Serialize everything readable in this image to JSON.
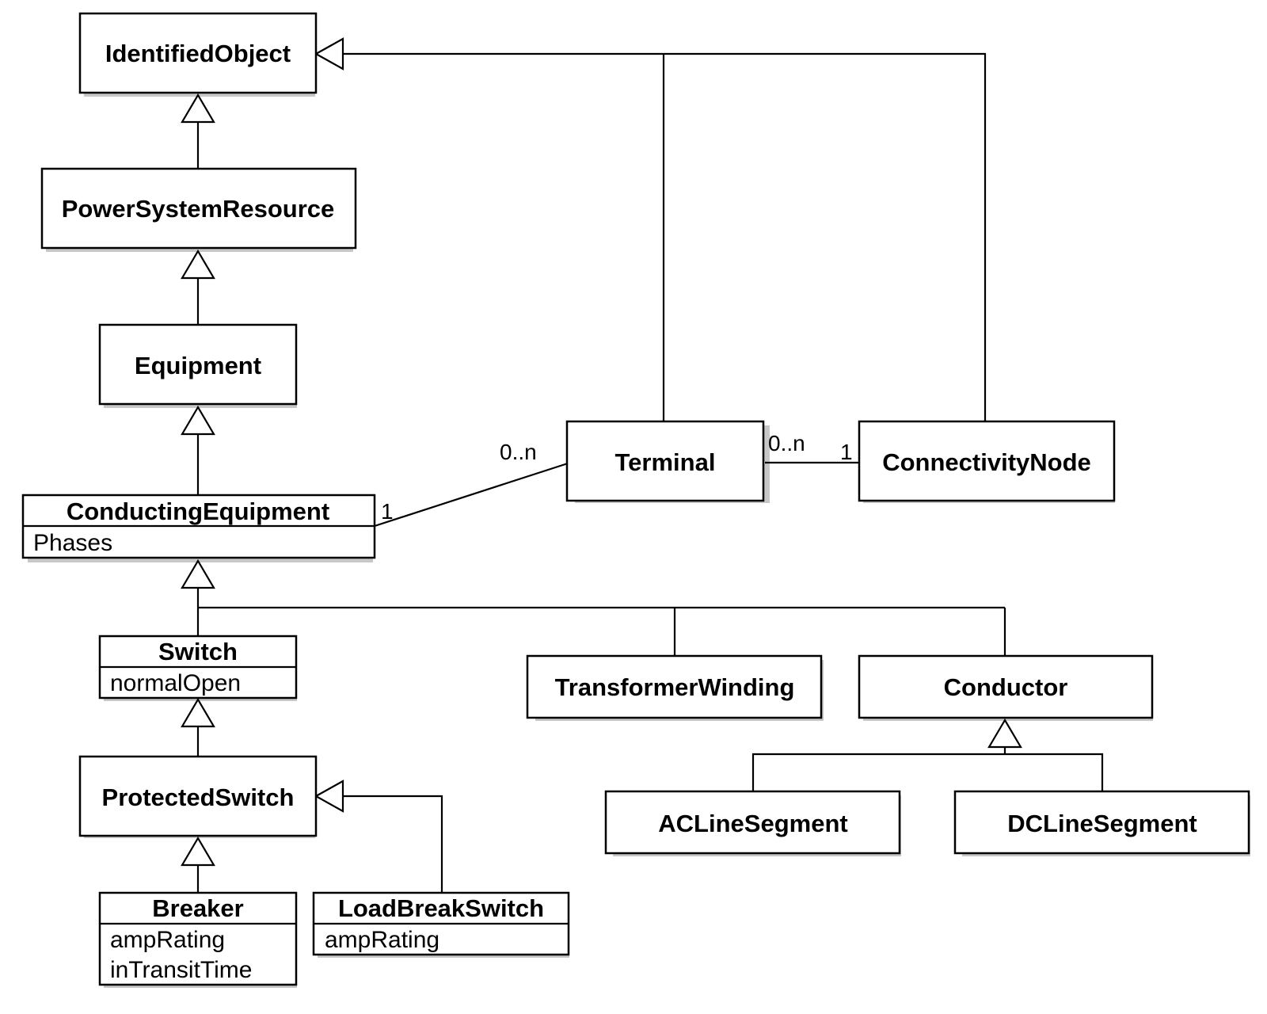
{
  "classes": {
    "identified_object": {
      "name": "IdentifiedObject"
    },
    "power_system_resource": {
      "name": "PowerSystemResource"
    },
    "equipment": {
      "name": "Equipment"
    },
    "conducting_equipment": {
      "name": "ConductingEquipment",
      "attributes": [
        "Phases"
      ]
    },
    "terminal": {
      "name": "Terminal"
    },
    "connectivity_node": {
      "name": "ConnectivityNode"
    },
    "switch": {
      "name": "Switch",
      "attributes": [
        "normalOpen"
      ]
    },
    "transformer_winding": {
      "name": "TransformerWinding"
    },
    "conductor": {
      "name": "Conductor"
    },
    "protected_switch": {
      "name": "ProtectedSwitch"
    },
    "ac_line_segment": {
      "name": "ACLineSegment"
    },
    "dc_line_segment": {
      "name": "DCLineSegment"
    },
    "breaker": {
      "name": "Breaker",
      "attributes": [
        "ampRating",
        "inTransitTime"
      ]
    },
    "load_break_switch": {
      "name": "LoadBreakSwitch",
      "attributes": [
        "ampRating"
      ]
    }
  },
  "associations": {
    "conducting_equipment_terminal": {
      "source_multiplicity": "1",
      "target_multiplicity": "0..n"
    },
    "terminal_connectivity_node": {
      "source_multiplicity": "0..n",
      "target_multiplicity": "1"
    }
  },
  "generalizations": [
    {
      "child": "PowerSystemResource",
      "parent": "IdentifiedObject"
    },
    {
      "child": "Terminal",
      "parent": "IdentifiedObject"
    },
    {
      "child": "ConnectivityNode",
      "parent": "IdentifiedObject"
    },
    {
      "child": "Equipment",
      "parent": "PowerSystemResource"
    },
    {
      "child": "ConductingEquipment",
      "parent": "Equipment"
    },
    {
      "child": "Switch",
      "parent": "ConductingEquipment"
    },
    {
      "child": "TransformerWinding",
      "parent": "ConductingEquipment"
    },
    {
      "child": "Conductor",
      "parent": "ConductingEquipment"
    },
    {
      "child": "ProtectedSwitch",
      "parent": "Switch"
    },
    {
      "child": "Breaker",
      "parent": "ProtectedSwitch"
    },
    {
      "child": "LoadBreakSwitch",
      "parent": "ProtectedSwitch"
    },
    {
      "child": "ACLineSegment",
      "parent": "Conductor"
    },
    {
      "child": "DCLineSegment",
      "parent": "Conductor"
    }
  ]
}
